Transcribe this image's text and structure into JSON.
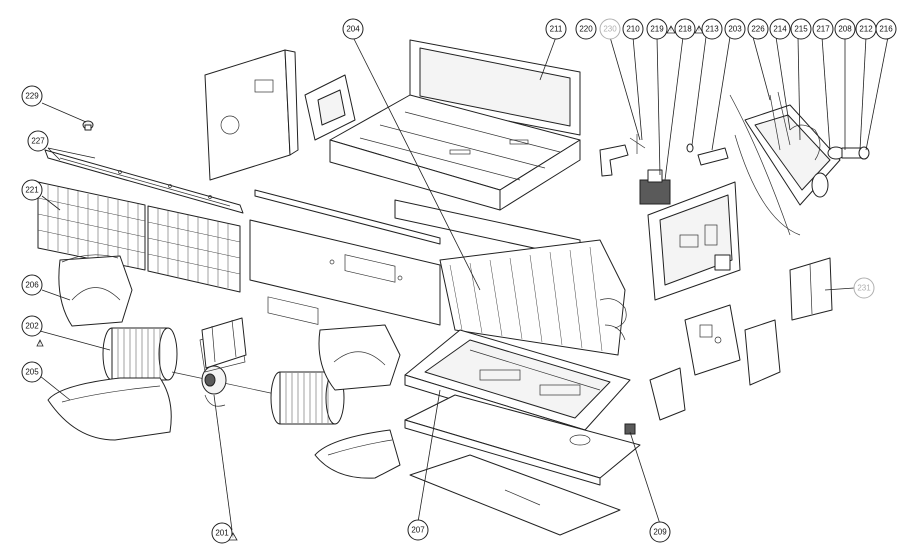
{
  "diagram": {
    "callouts": {
      "c229": "229",
      "c227": "227",
      "c221": "221",
      "c206": "206",
      "c202": "202",
      "c205": "205",
      "c201": "201",
      "c204": "204",
      "c211": "211",
      "c220": "220",
      "c230": "230",
      "c210": "210",
      "c219": "219",
      "c218": "218",
      "c213": "213",
      "c203": "203",
      "c226": "226",
      "c214": "214",
      "c215": "215",
      "c217": "217",
      "c208": "208",
      "c212": "212",
      "c216": "216",
      "c231": "231",
      "c207": "207",
      "c209": "209"
    },
    "warning_symbol": "!"
  }
}
